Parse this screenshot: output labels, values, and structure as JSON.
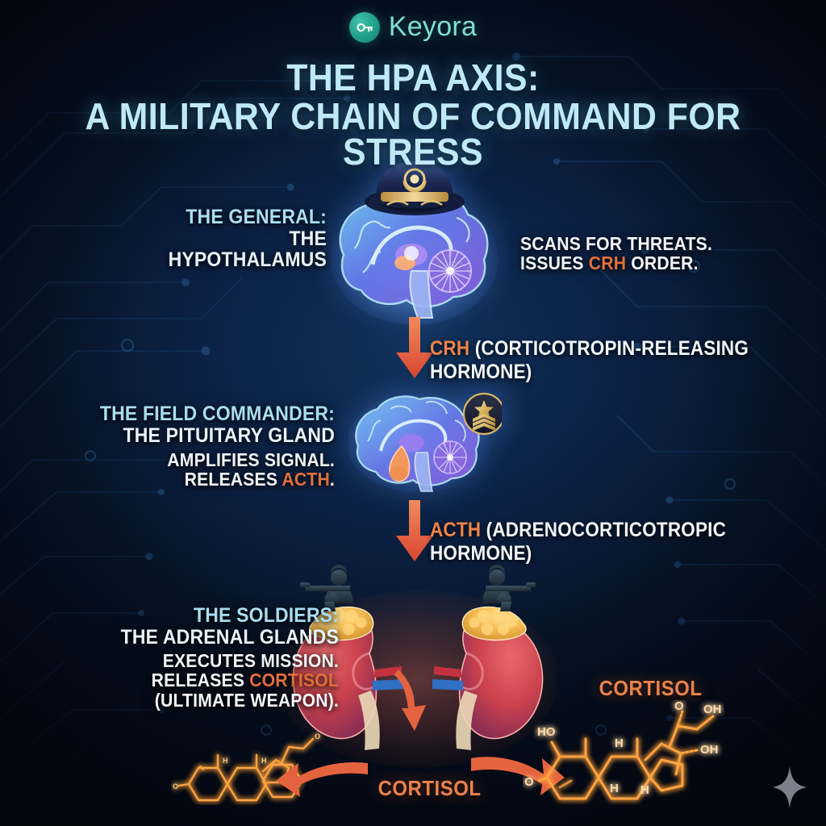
{
  "brand": {
    "name": "Keyora",
    "icon": "key-icon",
    "accent": "#2bb49a"
  },
  "title": {
    "line1": "THE HPA AXIS:",
    "line2": "A MILITARY CHAIN OF COMMAND FOR STRESS",
    "color": "#bfe9f7"
  },
  "palette": {
    "background": "#0b2144",
    "cyan_text": "#a9dff0",
    "white_text": "#f2f6fa",
    "orange_accent": "#e2703c",
    "arrow": "#e8603f",
    "molecule_glow": "#ff8a2b"
  },
  "stages": [
    {
      "id": "hypothalamus",
      "role": "THE GENERAL:",
      "organ": "THE HYPOTHALAMUS",
      "detail_line1": "SCANS FOR THREATS.",
      "detail_line2_pre": "ISSUES ",
      "detail_line2_hl": "CRH",
      "detail_line2_post": " ORDER.",
      "art": "brain-with-general-cap",
      "badge": "officer-peaked-cap"
    },
    {
      "id": "pituitary",
      "role": "THE FIELD COMMANDER:",
      "organ": "THE PITUITARY GLAND",
      "detail_line1": "AMPLIFIES SIGNAL.",
      "detail_line2_pre": "RELEASES ",
      "detail_line2_hl": "ACTH",
      "detail_line2_post": ".",
      "art": "brain-with-pituitary-highlight",
      "badge": "sergeant-rank-chevron-badge"
    },
    {
      "id": "adrenal",
      "role": "THE SOLDIERS:",
      "organ": "THE ADRENAL GLANDS",
      "detail_line1": "EXECUTES MISSION.",
      "detail_line2_pre": "RELEASES ",
      "detail_line2_hl": "CORTISOL",
      "detail_line2_post": "",
      "detail_line3": "(ULTIMATE WEAPON).",
      "art": "kidneys-with-adrenal-glands",
      "badge": "armed-soldier-silhouette"
    }
  ],
  "arrows": [
    {
      "id": "crh",
      "abbrev": "CRH",
      "expansion": "(CORTICOTROPIN-RELEASING HORMONE)",
      "direction": "down"
    },
    {
      "id": "acth",
      "abbrev": "ACTH",
      "expansion": "(ADRENOCORTICOTROPIC HORMONE)",
      "direction": "down"
    }
  ],
  "outputs": {
    "center_label": "CORTISOL",
    "right_label": "CORTISOL",
    "molecule_atoms": [
      "HO",
      "OH",
      "OH",
      "O",
      "H",
      "H",
      "H"
    ],
    "molecule_name": "cortisol-steroid-structure"
  },
  "watermark": {
    "icon": "sparkle-star-icon"
  }
}
